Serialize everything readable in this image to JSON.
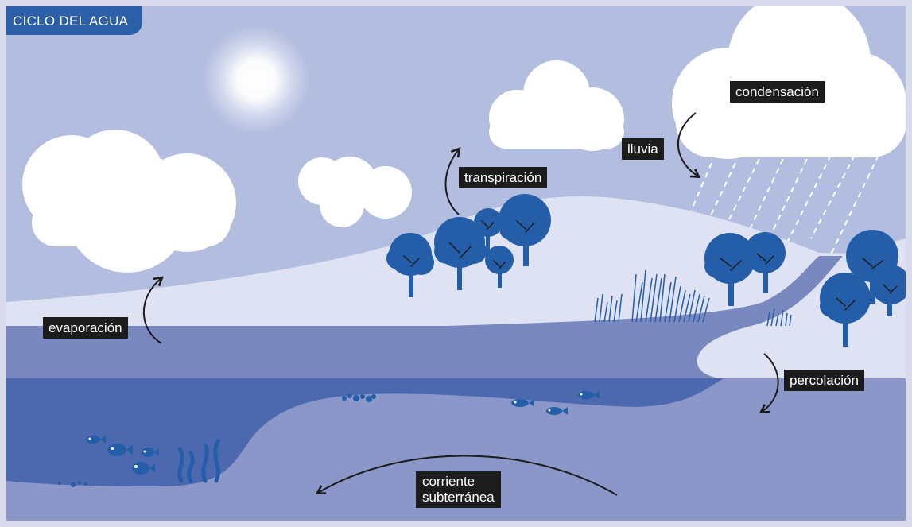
{
  "title": "CICLO DEL AGUA",
  "labels": {
    "condensation": "condensación",
    "rain": "lluvia",
    "transpiration": "transpiración",
    "evaporation": "evaporación",
    "percolation": "percolación",
    "groundwater_line1": "corriente",
    "groundwater_line2": "subterránea"
  },
  "colors": {
    "sky": "#b3bde0",
    "cloud": "#ffffff",
    "land": "#dfe2f2",
    "water_surface": "#7a88c0",
    "water_deep": "#4c69b0",
    "ground": "#8b97c9",
    "tree": "#245ea8",
    "label_bg": "#1c1c1c",
    "title_tab": "#2b60a8"
  }
}
